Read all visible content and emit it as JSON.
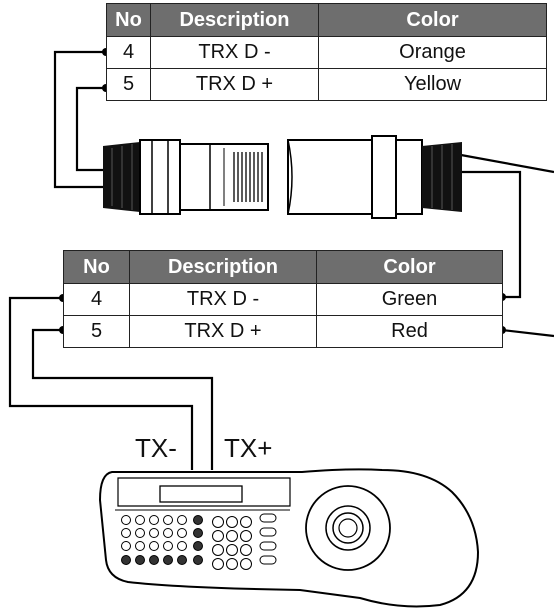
{
  "top_table": {
    "headers": [
      "No",
      "Description",
      "Color"
    ],
    "rows": [
      [
        "4",
        "TRX D -",
        "Orange"
      ],
      [
        "5",
        "TRX D +",
        "Yellow"
      ]
    ]
  },
  "bottom_table": {
    "headers": [
      "No",
      "Description",
      "Color"
    ],
    "rows": [
      [
        "4",
        "TRX D -",
        "Green"
      ],
      [
        "5",
        "TRX D +",
        "Red"
      ]
    ]
  },
  "keyboard_labels": {
    "tx_minus": "TX-",
    "tx_plus": "TX+"
  }
}
